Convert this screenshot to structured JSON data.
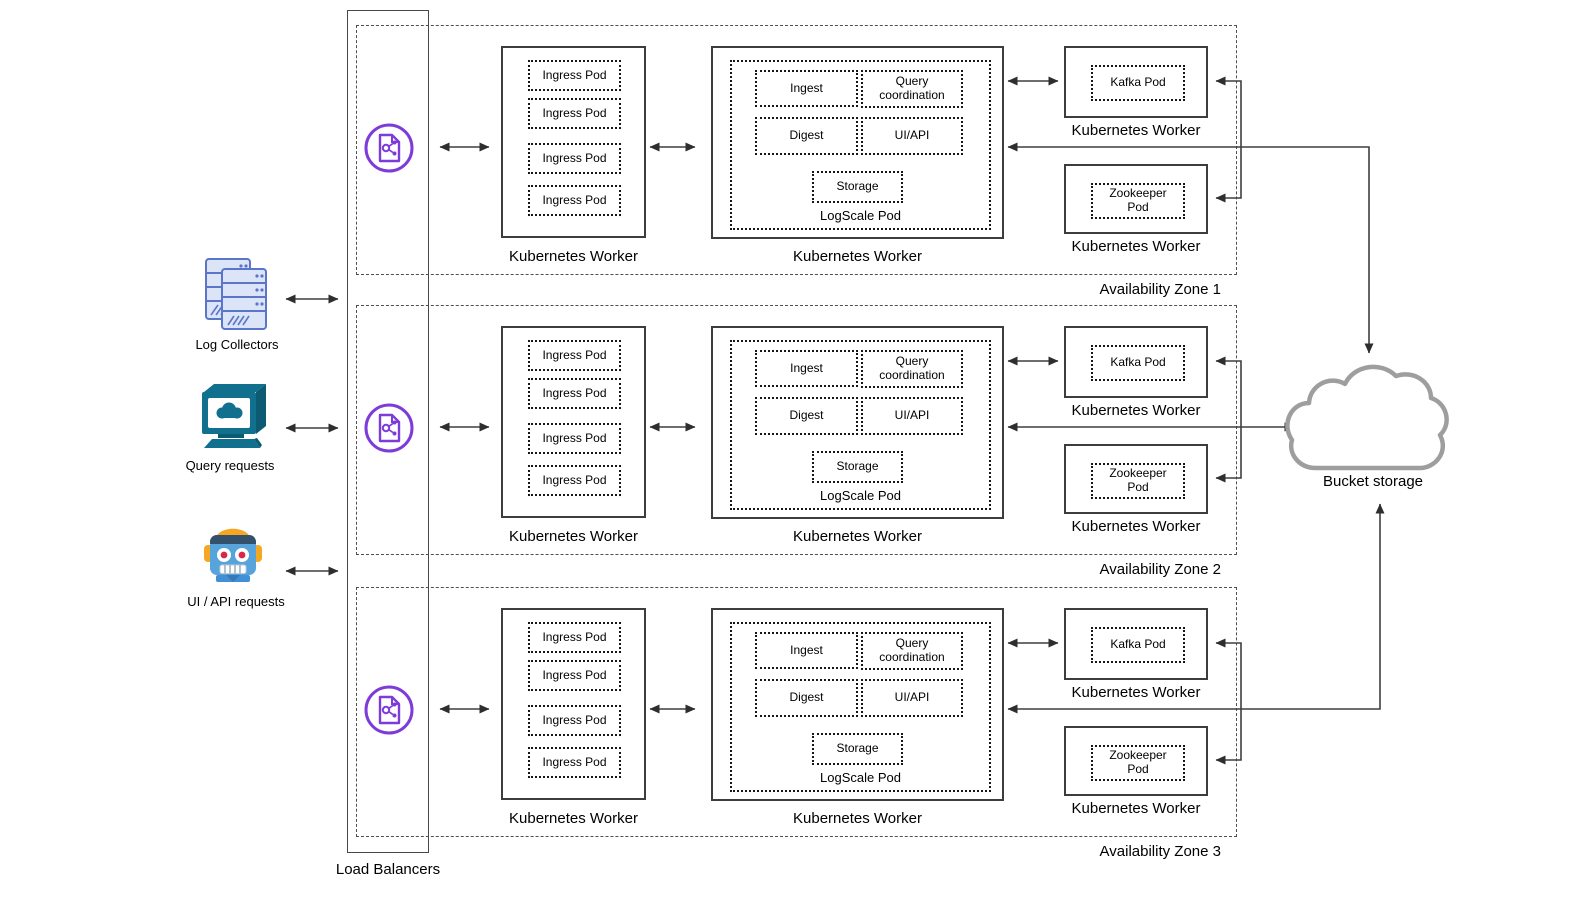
{
  "diagram": {
    "sources": [
      {
        "label": "Log Collectors"
      },
      {
        "label": "Query requests"
      },
      {
        "label": "UI / API requests"
      }
    ],
    "load_balancers": {
      "label": "Load Balancers"
    },
    "bucket_storage": {
      "label": "Bucket storage"
    },
    "zones": [
      {
        "label": "Availability Zone 1",
        "ingress_worker": {
          "label": "Kubernetes Worker",
          "pods": [
            "Ingress Pod",
            "Ingress Pod",
            "Ingress Pod",
            "Ingress Pod"
          ]
        },
        "logscale_worker": {
          "label": "Kubernetes Worker",
          "pod_label": "LogScale Pod",
          "ingest": "Ingest",
          "query_coordination": "Query coordination",
          "digest": "Digest",
          "ui_api": "UI/API",
          "storage": "Storage"
        },
        "kafka_worker": {
          "label": "Kubernetes Worker",
          "pod": "Kafka Pod"
        },
        "zookeeper_worker": {
          "label": "Kubernetes Worker",
          "pod": "Zookeeper Pod"
        }
      },
      {
        "label": "Availability Zone 2",
        "ingress_worker": {
          "label": "Kubernetes Worker",
          "pods": [
            "Ingress Pod",
            "Ingress Pod",
            "Ingress Pod",
            "Ingress Pod"
          ]
        },
        "logscale_worker": {
          "label": "Kubernetes Worker",
          "pod_label": "LogScale Pod",
          "ingest": "Ingest",
          "query_coordination": "Query coordination",
          "digest": "Digest",
          "ui_api": "UI/API",
          "storage": "Storage"
        },
        "kafka_worker": {
          "label": "Kubernetes Worker",
          "pod": "Kafka Pod"
        },
        "zookeeper_worker": {
          "label": "Kubernetes Worker",
          "pod": "Zookeeper Pod"
        }
      },
      {
        "label": "Availability Zone 3",
        "ingress_worker": {
          "label": "Kubernetes Worker",
          "pods": [
            "Ingress Pod",
            "Ingress Pod",
            "Ingress Pod",
            "Ingress Pod"
          ]
        },
        "logscale_worker": {
          "label": "Kubernetes Worker",
          "pod_label": "LogScale Pod",
          "ingest": "Ingest",
          "query_coordination": "Query coordination",
          "digest": "Digest",
          "ui_api": "UI/API",
          "storage": "Storage"
        },
        "kafka_worker": {
          "label": "Kubernetes Worker",
          "pod": "Kafka Pod"
        },
        "zookeeper_worker": {
          "label": "Kubernetes Worker",
          "pod": "Zookeeper Pod"
        }
      }
    ],
    "colors": {
      "load_balancer_purple": "#7d3bda",
      "cloud_gray": "#9e9e9e",
      "arrow": "#3f3f3f",
      "server_stroke_blue": "#5b76c9",
      "server_fill": "#dce4f7",
      "terminal_teal": "#11708e",
      "robot_blue": "#57a3dc",
      "robot_orange": "#f5a623",
      "robot_eye_red": "#d8274a"
    }
  }
}
